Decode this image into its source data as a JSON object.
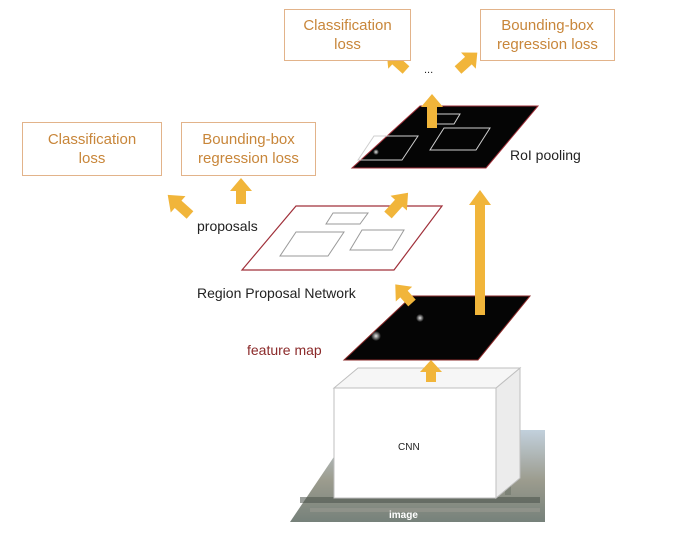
{
  "top_losses": {
    "classification": [
      "Classification",
      "loss"
    ],
    "bbox_regression": [
      "Bounding-box",
      "regression loss"
    ]
  },
  "rpn_losses": {
    "classification": [
      "Classification",
      "loss"
    ],
    "bbox_regression": [
      "Bounding-box",
      "regression loss"
    ]
  },
  "ellipsis": "...",
  "roi_pooling_label": "RoI pooling",
  "proposals_label": "proposals",
  "rpn_label": "Region Proposal Network",
  "feature_map_label": "feature map",
  "cnn_label": "CNN",
  "image_label": "image",
  "colors": {
    "arrow": "#f1b53a",
    "loss_border": "#e2b38a",
    "loss_text": "#c8863a",
    "plane_border": "#a0303a",
    "feature_map_text": "#8b2a2a"
  }
}
